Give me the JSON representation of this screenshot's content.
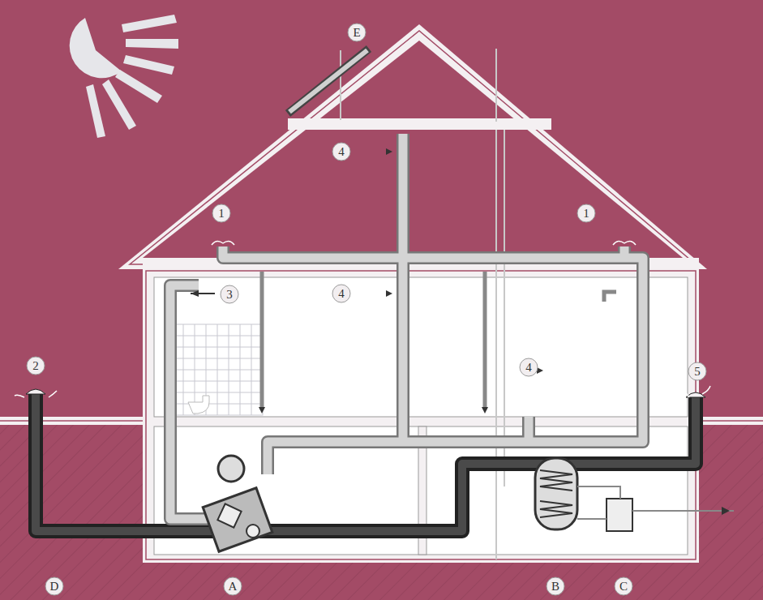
{
  "diagram": {
    "nodes": [
      {
        "text": [
          "E"
        ]
      },
      {
        "text": [
          "4"
        ]
      },
      {
        "text": [
          "1"
        ]
      },
      {
        "text": [
          "1"
        ]
      },
      {
        "text": [
          "3"
        ]
      },
      {
        "text": [
          "4"
        ]
      },
      {
        "text": [
          "4"
        ]
      },
      {
        "text": [
          "2"
        ]
      },
      {
        "text": [
          "5"
        ]
      },
      {
        "text": [
          "D"
        ]
      },
      {
        "text": [
          "A"
        ]
      },
      {
        "text": [
          "B"
        ]
      },
      {
        "text": [
          "C"
        ]
      }
    ]
  }
}
